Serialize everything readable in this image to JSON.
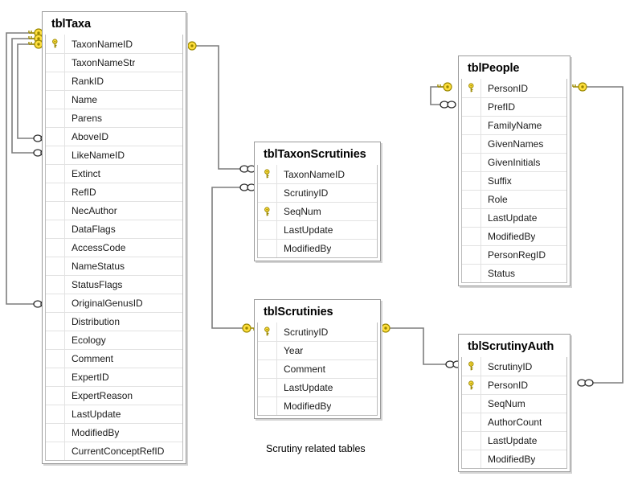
{
  "diagram": {
    "type": "database-schema-erd",
    "caption": "Scrutiny related tables",
    "colors": {
      "background": "#ffffff",
      "table_border": "#9a9a9a",
      "table_inner_border": "#bcbcbc",
      "row_separator": "#e2e2e2",
      "shadow": "#d4d4d4",
      "connector": "#7d7d7d",
      "key_fill": "#ffdf3d",
      "key_stroke": "#9b8800",
      "text": "#1a1a1a"
    }
  },
  "tables": [
    {
      "id": "tblTaxa",
      "name": "tblTaxa",
      "fields": [
        {
          "name": "TaxonNameID",
          "key": true
        },
        {
          "name": "TaxonNameStr",
          "key": false
        },
        {
          "name": "RankID",
          "key": false
        },
        {
          "name": "Name",
          "key": false
        },
        {
          "name": "Parens",
          "key": false
        },
        {
          "name": "AboveID",
          "key": false
        },
        {
          "name": "LikeNameID",
          "key": false
        },
        {
          "name": "Extinct",
          "key": false
        },
        {
          "name": "RefID",
          "key": false
        },
        {
          "name": "NecAuthor",
          "key": false
        },
        {
          "name": "DataFlags",
          "key": false
        },
        {
          "name": "AccessCode",
          "key": false
        },
        {
          "name": "NameStatus",
          "key": false
        },
        {
          "name": "StatusFlags",
          "key": false
        },
        {
          "name": "OriginalGenusID",
          "key": false
        },
        {
          "name": "Distribution",
          "key": false
        },
        {
          "name": "Ecology",
          "key": false
        },
        {
          "name": "Comment",
          "key": false
        },
        {
          "name": "ExpertID",
          "key": false
        },
        {
          "name": "ExpertReason",
          "key": false
        },
        {
          "name": "LastUpdate",
          "key": false
        },
        {
          "name": "ModifiedBy",
          "key": false
        },
        {
          "name": "CurrentConceptRefID",
          "key": false
        }
      ]
    },
    {
      "id": "tblTaxonScrutinies",
      "name": "tblTaxonScrutinies",
      "fields": [
        {
          "name": "TaxonNameID",
          "key": true
        },
        {
          "name": "ScrutinyID",
          "key": false
        },
        {
          "name": "SeqNum",
          "key": true
        },
        {
          "name": "LastUpdate",
          "key": false
        },
        {
          "name": "ModifiedBy",
          "key": false
        }
      ]
    },
    {
      "id": "tblPeople",
      "name": "tblPeople",
      "fields": [
        {
          "name": "PersonID",
          "key": true
        },
        {
          "name": "PrefID",
          "key": false
        },
        {
          "name": "FamilyName",
          "key": false
        },
        {
          "name": "GivenNames",
          "key": false
        },
        {
          "name": "GivenInitials",
          "key": false
        },
        {
          "name": "Suffix",
          "key": false
        },
        {
          "name": "Role",
          "key": false
        },
        {
          "name": "LastUpdate",
          "key": false
        },
        {
          "name": "ModifiedBy",
          "key": false
        },
        {
          "name": "PersonRegID",
          "key": false
        },
        {
          "name": "Status",
          "key": false
        }
      ]
    },
    {
      "id": "tblScrutinies",
      "name": "tblScrutinies",
      "fields": [
        {
          "name": "ScrutinyID",
          "key": true
        },
        {
          "name": "Year",
          "key": false
        },
        {
          "name": "Comment",
          "key": false
        },
        {
          "name": "LastUpdate",
          "key": false
        },
        {
          "name": "ModifiedBy",
          "key": false
        }
      ]
    },
    {
      "id": "tblScrutinyAuth",
      "name": "tblScrutinyAuth",
      "fields": [
        {
          "name": "ScrutinyID",
          "key": true
        },
        {
          "name": "PersonID",
          "key": true
        },
        {
          "name": "SeqNum",
          "key": false
        },
        {
          "name": "AuthorCount",
          "key": false
        },
        {
          "name": "LastUpdate",
          "key": false
        },
        {
          "name": "ModifiedBy",
          "key": false
        }
      ]
    }
  ],
  "relationships": [
    {
      "from_table": "tblTaxa",
      "from_field": "TaxonNameID",
      "to_table": "tblTaxa",
      "to_field": "AboveID",
      "from_end": "key",
      "to_end": "many"
    },
    {
      "from_table": "tblTaxa",
      "from_field": "TaxonNameID",
      "to_table": "tblTaxa",
      "to_field": "LikeNameID",
      "from_end": "key",
      "to_end": "many"
    },
    {
      "from_table": "tblTaxa",
      "from_field": "TaxonNameID",
      "to_table": "tblTaxa",
      "to_field": "OriginalGenusID",
      "from_end": "key",
      "to_end": "many"
    },
    {
      "from_table": "tblTaxa",
      "from_field": "TaxonNameID",
      "to_table": "tblTaxonScrutinies",
      "to_field": "TaxonNameID",
      "from_end": "key",
      "to_end": "many"
    },
    {
      "from_table": "tblScrutinies",
      "from_field": "ScrutinyID",
      "to_table": "tblTaxonScrutinies",
      "to_field": "ScrutinyID",
      "from_end": "key",
      "to_end": "many"
    },
    {
      "from_table": "tblPeople",
      "from_field": "PersonID",
      "to_table": "tblPeople",
      "to_field": "PrefID",
      "from_end": "key",
      "to_end": "many"
    },
    {
      "from_table": "tblPeople",
      "from_field": "PersonID",
      "to_table": "tblScrutinyAuth",
      "to_field": "PersonID",
      "from_end": "key",
      "to_end": "many"
    },
    {
      "from_table": "tblScrutinies",
      "from_field": "ScrutinyID",
      "to_table": "tblScrutinyAuth",
      "to_field": "ScrutinyID",
      "from_end": "key",
      "to_end": "many"
    }
  ]
}
